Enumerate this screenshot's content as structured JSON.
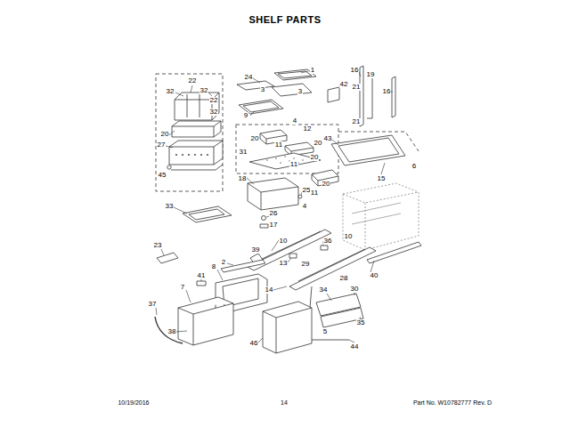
{
  "diagram": {
    "title": "SHELF PARTS",
    "labels": [
      "22",
      "32",
      "32",
      "22",
      "32",
      "20",
      "27",
      "45",
      "24",
      "1",
      "3",
      "3",
      "9",
      "4",
      "12",
      "20",
      "11",
      "20",
      "31",
      "11",
      "20",
      "18",
      "25",
      "20",
      "11",
      "4",
      "26",
      "17",
      "16",
      "19",
      "42",
      "21",
      "16",
      "21",
      "43",
      "6",
      "15",
      "33",
      "23",
      "39",
      "10",
      "36",
      "10",
      "13",
      "29",
      "2",
      "8",
      "41",
      "7",
      "14",
      "28",
      "40",
      "34",
      "30",
      "37",
      "38",
      "35",
      "5",
      "46",
      "44",
      "10/19/2016",
      "14",
      "Part No. W10782777 Rev. D"
    ]
  }
}
